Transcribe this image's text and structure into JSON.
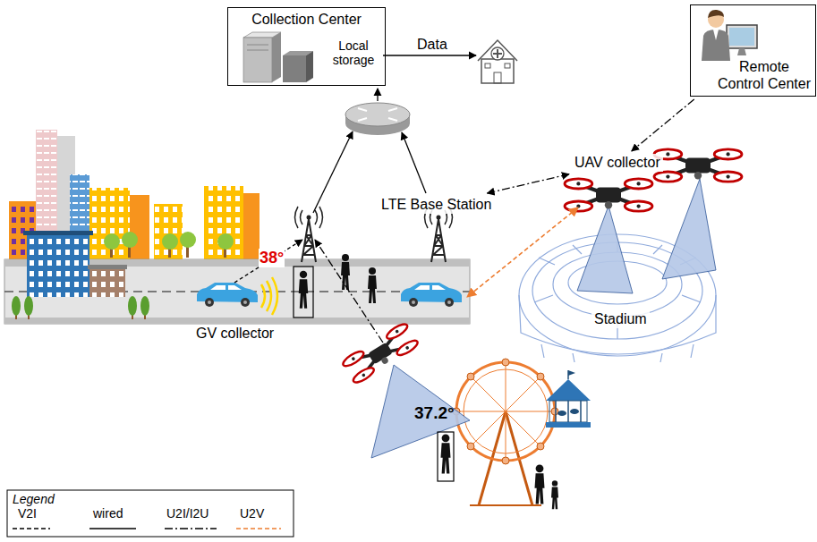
{
  "diagram": {
    "nodes": [
      {
        "text": [
          "Collection Center",
          "Local storage"
        ]
      },
      {
        "text": [
          "Remote Control Center"
        ]
      },
      {
        "text": [
          "UAV collector"
        ]
      },
      {
        "text": [
          "LTE Base Station"
        ]
      },
      {
        "text": [
          "GV collector"
        ]
      },
      {
        "text": [
          "Stadium"
        ]
      }
    ],
    "edges": [
      {
        "from": 1,
        "to": 2,
        "arrow": "to"
      },
      {
        "from": 2,
        "to": 3,
        "arrow": "both"
      }
    ],
    "labels": [
      "Data",
      "38°",
      "37.2°",
      "Legend"
    ],
    "legend": [
      {
        "text": "V2I"
      },
      {
        "text": "wired"
      },
      {
        "text": "U2I/I2U"
      },
      {
        "text": "U2V"
      }
    ]
  }
}
